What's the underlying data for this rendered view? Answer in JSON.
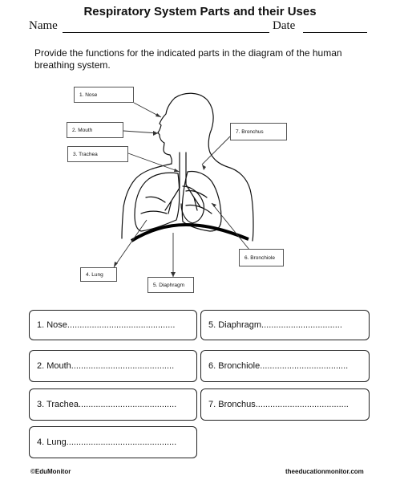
{
  "title": "Respiratory System Parts and their Uses",
  "name_label": "Name",
  "date_label": "Date",
  "instructions": "Provide the functions for the indicated parts  in the diagram of the human breathing system.",
  "labels": {
    "nose": "1. Nose",
    "mouth": "2. Mouth",
    "trachea": "3. Trachea",
    "lung": "4. Lung",
    "diaphragm": "5. Diaphragm",
    "bronchiole": "6. Bronchiole",
    "bronchus": "7. Bronchus"
  },
  "answers": {
    "nose": "1. Nose............................................",
    "mouth": "2. Mouth..........................................",
    "trachea": "3. Trachea........................................",
    "lung": "4. Lung.............................................",
    "diaphragm": "5. Diaphragm.................................",
    "bronchiole": "6. Bronchiole....................................",
    "bronchus": "7. Bronchus......................................"
  },
  "footer_left": "©EduMonitor",
  "footer_right": "theeducationmonitor.com"
}
